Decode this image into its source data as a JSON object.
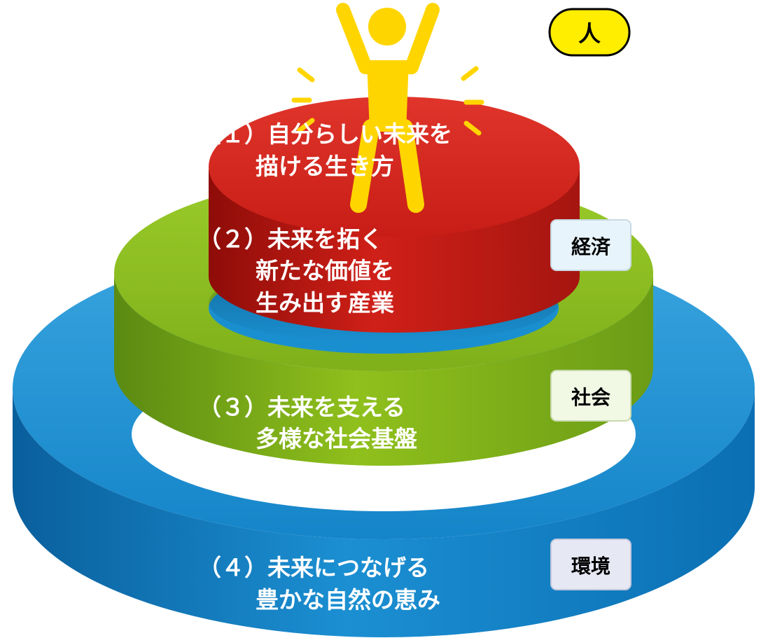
{
  "diagram": {
    "person_badge": "人",
    "tiers": [
      {
        "lines": [
          "（１）自分らしい未来を",
          "描ける生き方"
        ]
      },
      {
        "lines": [
          "（２）未来を拓く",
          "新たな価値を",
          "生み出す産業"
        ],
        "badge": "経済"
      },
      {
        "lines": [
          "（３）未来を支える",
          "多様な社会基盤"
        ],
        "badge": "社会"
      },
      {
        "lines": [
          "（４）未来につなげる",
          "豊かな自然の恵み"
        ],
        "badge": "環境"
      }
    ]
  },
  "colors": {
    "blue": "#1a8fd0",
    "blue_dark": "#0b67a8",
    "green": "#8cbd1a",
    "green_dark": "#5e8c12",
    "red": "#d5241c",
    "red_dark": "#9d0f0b",
    "yellow": "#ffd500",
    "person_badge_bg": "#ffee00",
    "economy_badge_bg": "#e8f4fb",
    "society_badge_bg": "#f1f8e4",
    "environment_badge_bg": "#e6e8f4"
  },
  "icons": {
    "person": "person-arms-raised-icon",
    "rays": "sparkle-rays-icon"
  }
}
